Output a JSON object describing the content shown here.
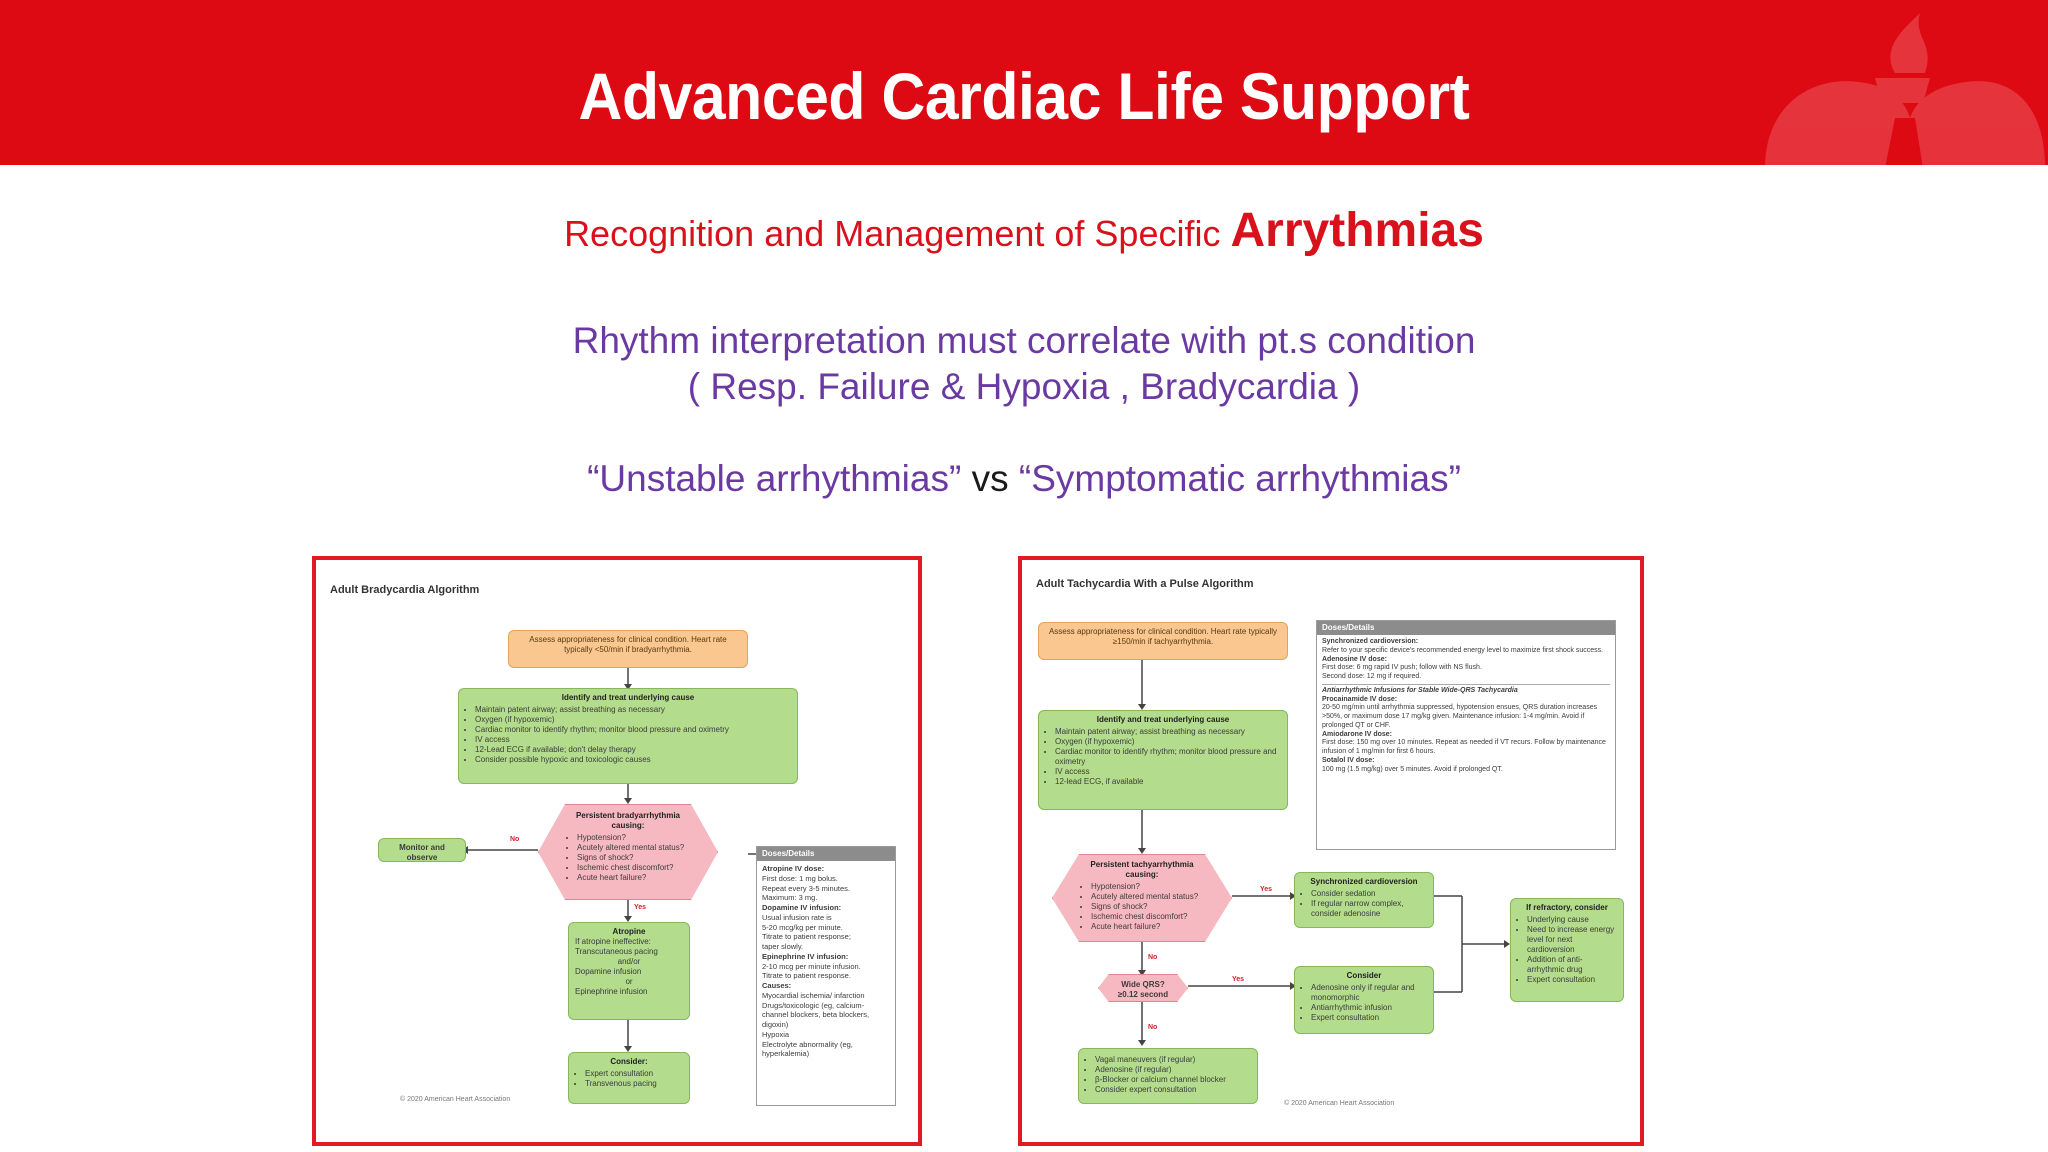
{
  "header": {
    "title": "Advanced Cardiac Life Support",
    "brand_color": "#dd0a13"
  },
  "subtitle": {
    "prefix": "Recognition and Management of Specific",
    "emphasis": "Arrythmias"
  },
  "body": {
    "line1": "Rhythm interpretation must correlate with pt.s condition",
    "line2": "( Resp. Failure & Hypoxia , Bradycardia )",
    "unstable": "“Unstable arrhythmias”",
    "vs": "vs",
    "symptomatic": "“Symptomatic  arrhythmias”"
  },
  "bradycardia": {
    "title": "Adult Bradycardia Algorithm",
    "assess": "Assess appropriateness for clinical condition. Heart rate typically <50/min if bradyarrhythmia.",
    "identify_title": "Identify and treat underlying cause",
    "identify_items": [
      "Maintain patent airway; assist breathing as necessary",
      "Oxygen (if hypoxemic)",
      "Cardiac monitor to identify rhythm; monitor blood pressure and oximetry",
      "IV access",
      "12-Lead ECG if available; don't delay therapy",
      "Consider possible hypoxic and toxicologic causes"
    ],
    "persistent_title": "Persistent bradyarrhythmia causing:",
    "persistent_items": [
      "Hypotension?",
      "Acutely altered mental status?",
      "Signs of shock?",
      "Ischemic chest discomfort?",
      "Acute heart failure?"
    ],
    "no": "No",
    "yes": "Yes",
    "monitor": "Monitor and observe",
    "atropine_title": "Atropine",
    "atropine_sub": "If atropine ineffective:",
    "atropine_items": [
      "Transcutaneous pacing",
      "and/or",
      "Dopamine infusion",
      "or",
      "Epinephrine infusion"
    ],
    "consider_title": "Consider:",
    "consider_items": [
      "Expert consultation",
      "Transvenous pacing"
    ],
    "doses_header": "Doses/Details",
    "doses": [
      "Atropine IV dose:",
      "First dose: 1 mg bolus.",
      "Repeat every 3-5 minutes.",
      "Maximum: 3 mg.",
      "Dopamine IV infusion:",
      "Usual infusion rate is",
      "5-20 mcg/kg per minute.",
      "Titrate to patient response;",
      "taper slowly.",
      "Epinephrine IV infusion:",
      "2-10 mcg per minute infusion.",
      "Titrate to patient response.",
      "Causes:",
      "Myocardial ischemia/ infarction",
      "Drugs/toxicologic (eg, calcium-channel blockers, beta blockers, digoxin)",
      "Hypoxia",
      "Electrolyte abnormality (eg, hyperkalemia)"
    ],
    "copyright": "© 2020 American Heart Association"
  },
  "tachycardia": {
    "title": "Adult Tachycardia With a Pulse Algorithm",
    "assess": "Assess appropriateness for clinical condition. Heart rate typically ≥150/min if tachyarrhythmia.",
    "identify_title": "Identify and treat underlying cause",
    "identify_items": [
      "Maintain patent airway; assist breathing as necessary",
      "Oxygen (if hypoxemic)",
      "Cardiac monitor to identify rhythm; monitor blood pressure and oximetry",
      "IV access",
      "12-lead ECG, if available"
    ],
    "persistent_title": "Persistent tachyarrhythmia causing:",
    "persistent_items": [
      "Hypotension?",
      "Acutely altered mental status?",
      "Signs of shock?",
      "Ischemic chest discomfort?",
      "Acute heart failure?"
    ],
    "yes": "Yes",
    "no": "No",
    "sync_title": "Synchronized cardioversion",
    "sync_items": [
      "Consider sedation",
      "If regular narrow complex, consider adenosine"
    ],
    "wide_qrs": "Wide QRS? ≥0.12 second",
    "consider_title": "Consider",
    "consider_items": [
      "Adenosine only if regular and monomorphic",
      "Antiarrhythmic infusion",
      "Expert consultation"
    ],
    "vagal_items": [
      "Vagal maneuvers (if regular)",
      "Adenosine (if regular)",
      "β-Blocker or calcium channel blocker",
      "Consider expert consultation"
    ],
    "refractory_title": "If refractory, consider",
    "refractory_items": [
      "Underlying cause",
      "Need to increase energy level for next cardioversion",
      "Addition of anti-arrhythmic drug",
      "Expert consultation"
    ],
    "doses_header": "Doses/Details",
    "doses": [
      "Synchronized cardioversion:",
      "Refer to your specific device's recommended energy level to maximize first shock success.",
      "Adenosine IV dose:",
      "First dose: 6 mg rapid IV push; follow with NS flush.",
      "Second dose: 12 mg if required.",
      "Antiarrhythmic Infusions for Stable Wide-QRS Tachycardia",
      "Procainamide IV dose:",
      "20-50 mg/min until arrhythmia suppressed, hypotension ensues, QRS duration increases >50%, or maximum dose 17 mg/kg given. Maintenance infusion: 1-4 mg/min. Avoid if prolonged QT or CHF.",
      "Amiodarone IV dose:",
      "First dose: 150 mg over 10 minutes. Repeat as needed if VT recurs. Follow by maintenance infusion of 1 mg/min for first 6 hours.",
      "Sotalol IV dose:",
      "100 mg (1.5 mg/kg) over 5 minutes. Avoid if prolonged QT."
    ],
    "copyright": "© 2020 American Heart Association"
  }
}
